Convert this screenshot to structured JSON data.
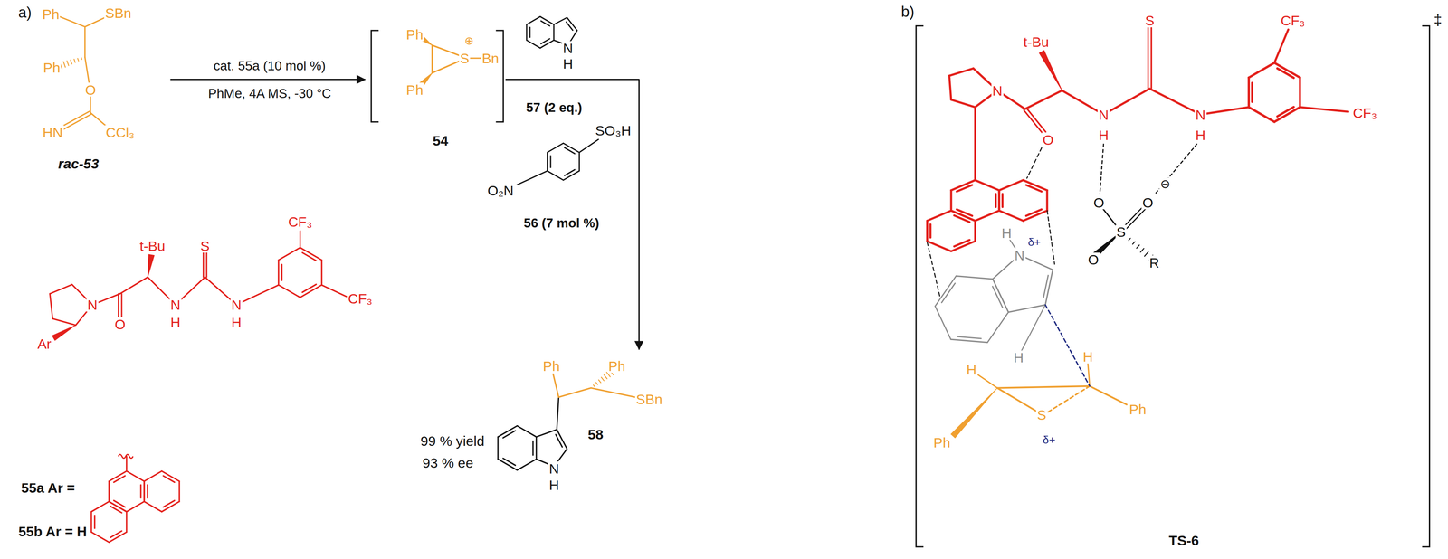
{
  "diagram": {
    "labels": [
      "a)",
      "Ph",
      "SBn",
      "Ph",
      "O",
      "HN",
      "CCl₃",
      "rac-53",
      "cat. 55a (10 mol %)",
      "PhMe, 4A MS, -30 °C",
      "Ph",
      "S",
      "⊕",
      "Bn",
      "Ph",
      "54",
      "N",
      "H",
      "57 (2 eq.)",
      "SO₃H",
      "O₂N",
      "56 (7 mol %)",
      "N",
      "t-Bu",
      "S",
      "O",
      "N",
      "H",
      "N",
      "H",
      "CF₃",
      "CF₃",
      "Ar",
      "55a Ar =",
      "55b Ar = H",
      "Ph",
      "Ph",
      "SBn",
      "N",
      "H",
      "58",
      "99 % yield",
      "93 % ee",
      "b)",
      "‡",
      "N",
      "t-Bu",
      "O",
      "N",
      "H",
      "S",
      "N",
      "H",
      "CF₃",
      "CF₃",
      "O",
      "O",
      "⊖",
      "S",
      "O",
      "R",
      "H",
      "N",
      "δ+",
      "H",
      "H",
      "H",
      "Ph",
      "S",
      "δ+",
      "Ph",
      "TS-6"
    ]
  }
}
